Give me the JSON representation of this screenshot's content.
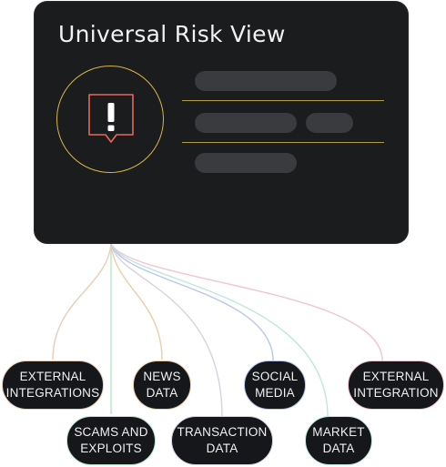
{
  "card": {
    "title": "Universal Risk View"
  },
  "icons": {
    "center": "alert-icon"
  },
  "colors": {
    "ring": "#d9b44a",
    "alert": "#e8675a",
    "trunk": "#9a7de0"
  },
  "sources": [
    {
      "line1": "EXTERNAL",
      "line2": "INTEGRATIONS",
      "color": "#e6cdb8"
    },
    {
      "line1": "SCAMS AND",
      "line2": "EXPLOITS",
      "color": "#b9e3c9"
    },
    {
      "line1": "NEWS",
      "line2": "DATA",
      "color": "#e8cfa8"
    },
    {
      "line1": "TRANSACTION",
      "line2": "DATA",
      "color": "#d7d2de"
    },
    {
      "line1": "SOCIAL",
      "line2": "MEDIA",
      "color": "#b7c5f0"
    },
    {
      "line1": "MARKET",
      "line2": "DATA",
      "color": "#bfe7d8"
    },
    {
      "line1": "EXTERNAL",
      "line2": "INTEGRATION",
      "color": "#f0c6d3"
    }
  ]
}
